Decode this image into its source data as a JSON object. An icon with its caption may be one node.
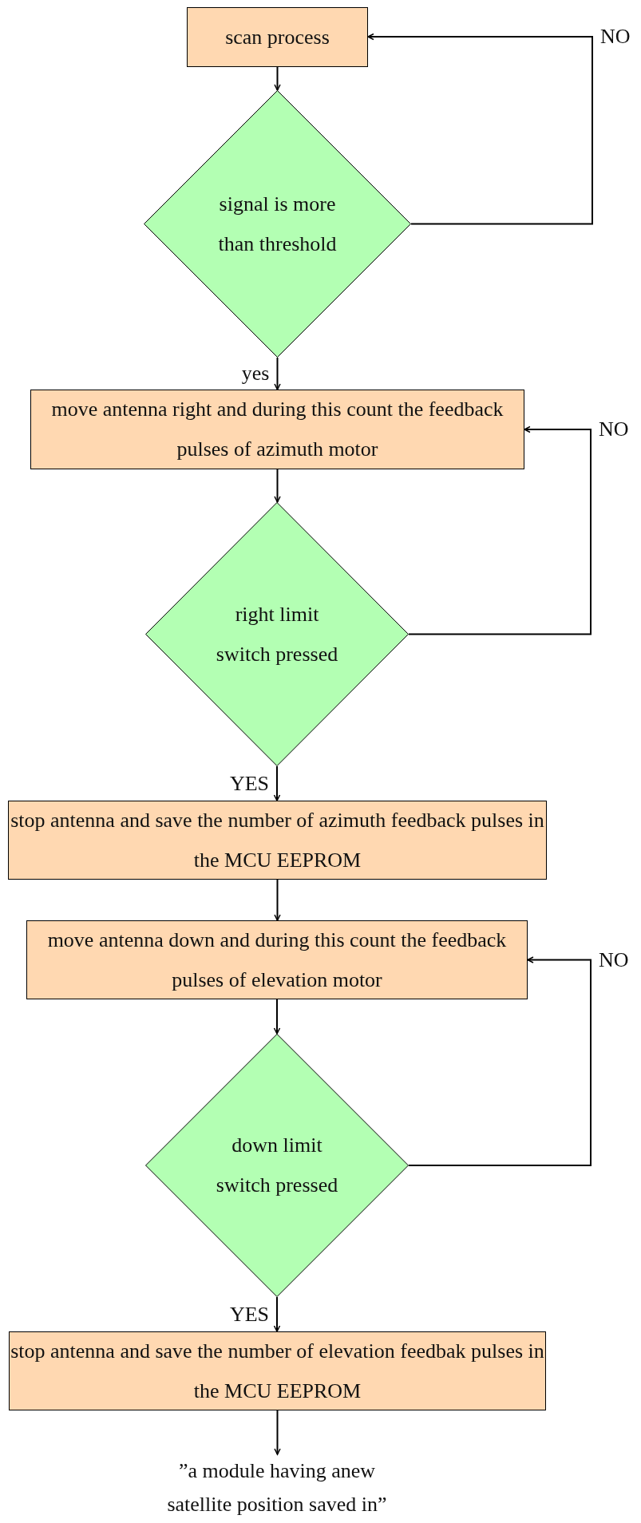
{
  "diagram": {
    "nodes": [
      {
        "text": [
          "scan process"
        ]
      },
      {
        "text": [
          "signal is more than threshold"
        ]
      },
      {
        "text": [
          "move antenna right and during this count the feedback pulses of azimuth motor"
        ]
      },
      {
        "text": [
          "right limit switch pressed"
        ]
      },
      {
        "text": [
          "stop antenna and save the number of azimuth feedback pulses in the MCU EEPROM"
        ]
      },
      {
        "text": [
          "move antenna down and during this count the feedback pulses of elevation motor"
        ]
      },
      {
        "text": [
          "down limit switch pressed"
        ]
      },
      {
        "text": [
          "stop antenna and save the number of elevation feedbak pulses in the MCU EEPROM"
        ]
      },
      {
        "text": [
          "”a module having anew satellite position saved in”"
        ]
      }
    ],
    "edges": [
      {
        "from": 0,
        "to": 1,
        "arrow": "to"
      },
      {
        "from": 1,
        "to": 0,
        "arrow": "to",
        "label": "NO"
      },
      {
        "from": 1,
        "to": 2,
        "arrow": "to",
        "label": "yes"
      },
      {
        "from": 2,
        "to": 3,
        "arrow": "to"
      },
      {
        "from": 3,
        "to": 2,
        "arrow": "to",
        "label": "NO"
      },
      {
        "from": 3,
        "to": 4,
        "arrow": "to",
        "label": "YES"
      },
      {
        "from": 4,
        "to": 5,
        "arrow": "to"
      },
      {
        "from": 5,
        "to": 6,
        "arrow": "to"
      },
      {
        "from": 6,
        "to": 5,
        "arrow": "to",
        "label": "NO"
      },
      {
        "from": 6,
        "to": 7,
        "arrow": "to",
        "label": "YES"
      },
      {
        "from": 7,
        "to": 8,
        "arrow": "to"
      }
    ]
  }
}
